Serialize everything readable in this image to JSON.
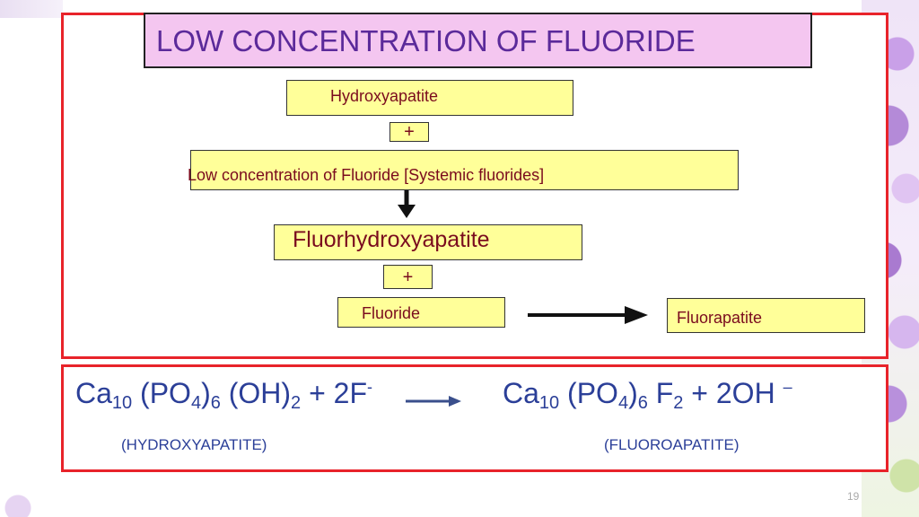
{
  "slide": {
    "title": "LOW CONCENTRATION OF FLUORIDE",
    "page_number": "19"
  },
  "flow": {
    "hydroxyapatite": "Hydroxyapatite",
    "plus_1": "+",
    "low_concentration": "Low concentration of Fluoride [Systemic fluorides]",
    "fluorhydroxyapatite": "Fluorhydroxyapatite",
    "plus_2": "+",
    "fluoride": "Fluoride",
    "fluorapatite": "Fluorapatite"
  },
  "equation": {
    "left": {
      "ca": "Ca",
      "ca_sub": "10",
      "po4": " (PO",
      "po4_sub": "4",
      "po4_close": ")",
      "po4_close_sub": "6",
      "oh": " (OH)",
      "oh_sub": "2",
      "rest": " + 2F",
      "f_sup": "-"
    },
    "right": {
      "ca": "Ca",
      "ca_sub": "10",
      "po4": " (PO",
      "po4_sub": "4",
      "po4_close": ")",
      "po4_close_sub": "6",
      "f": " F",
      "f_sub": "2",
      "rest": " + 2OH ",
      "oh_sup": "–"
    },
    "label_left": "(HYDROXYAPATITE)",
    "label_right": "(FLUOROAPATITE)"
  },
  "colors": {
    "frame": "#e8232a",
    "title_bg": "#f4c6f0",
    "title_text": "#5b2a9a",
    "box_bg": "#ffff99",
    "box_text": "#7a0b1e",
    "equation_text": "#2b3f98"
  }
}
